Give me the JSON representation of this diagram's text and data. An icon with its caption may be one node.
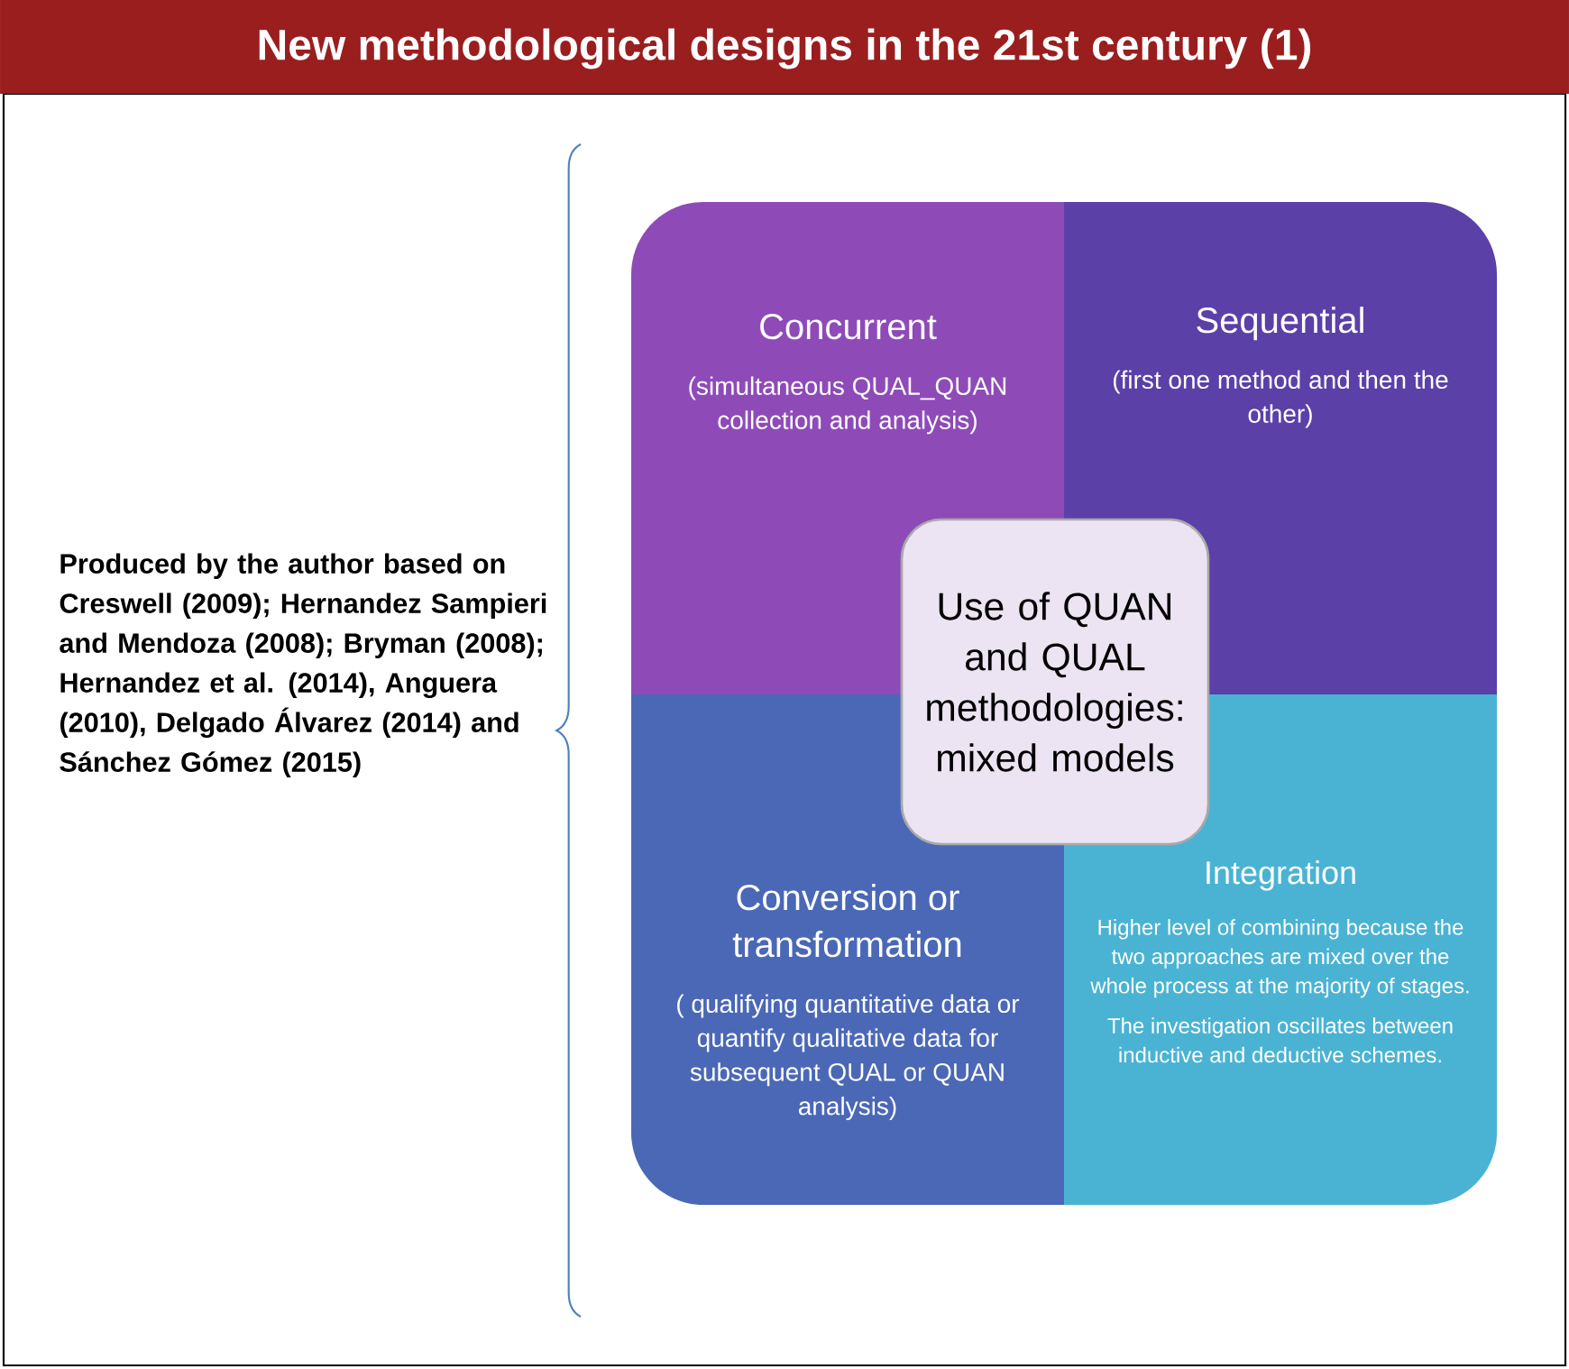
{
  "diagram": {
    "title": "New methodological designs in the 21st century (1)",
    "nodes": [
      {
        "text": [
          "Concurrent",
          "(simultaneous QUAL_QUAN collection and analysis)"
        ]
      },
      {
        "text": [
          "Sequential",
          "(first one method and then the other)"
        ]
      },
      {
        "text": [
          "Conversion or transformation",
          "( qualifying quantitative data or quantify qualitative data for subsequent QUAL or QUAN analysis)"
        ]
      },
      {
        "text": [
          "Integration",
          "Higher level of combining because the two approaches are mixed over the whole process at the majority of stages.",
          "The investigation oscillates between inductive and deductive schemes."
        ]
      },
      {
        "text": [
          "Use of QUAN and QUAL methodologies: mixed models"
        ]
      }
    ],
    "edges": [],
    "labels": [
      "Produced by the author based on Creswell (2009); Hernandez Sampieri and Mendoza (2008); Bryman (2008); Hernandez et al. (2014), Anguera (2010), Delgado Álvarez (2014) and Sánchez Gómez (2015)"
    ]
  }
}
